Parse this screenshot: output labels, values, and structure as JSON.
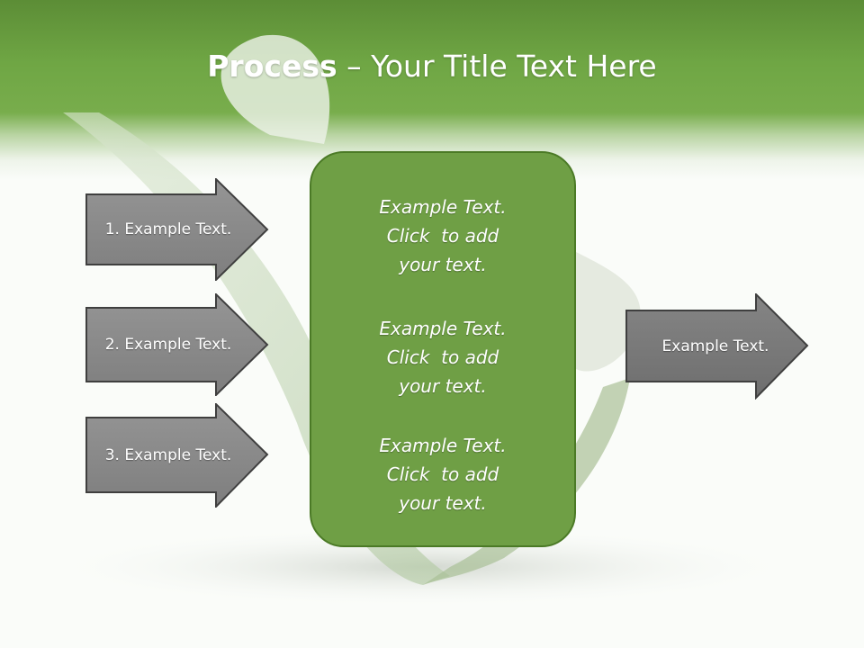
{
  "title": {
    "bold": "Process",
    "rest": " – Your Title Text Here"
  },
  "left_arrows": [
    {
      "label": "1. Example Text."
    },
    {
      "label": "2. Example Text."
    },
    {
      "label": "3. Example Text."
    }
  ],
  "center_box": {
    "paragraphs": [
      {
        "lines": [
          "Example Text.",
          "Click  to add",
          "your text."
        ]
      },
      {
        "lines": [
          "Example Text.",
          "Click  to add",
          "your text."
        ]
      },
      {
        "lines": [
          "Example Text.",
          "Click  to add",
          "your text."
        ]
      }
    ]
  },
  "right_arrow": {
    "label": "Example Text."
  },
  "colors": {
    "header_green": "#6fa644",
    "box_green": "#6f9f45",
    "box_border": "#4b7a26",
    "arrow_light": "#8c8c8c",
    "arrow_dark": "#7a7a7a",
    "arrow_border": "#3f3f3f"
  }
}
